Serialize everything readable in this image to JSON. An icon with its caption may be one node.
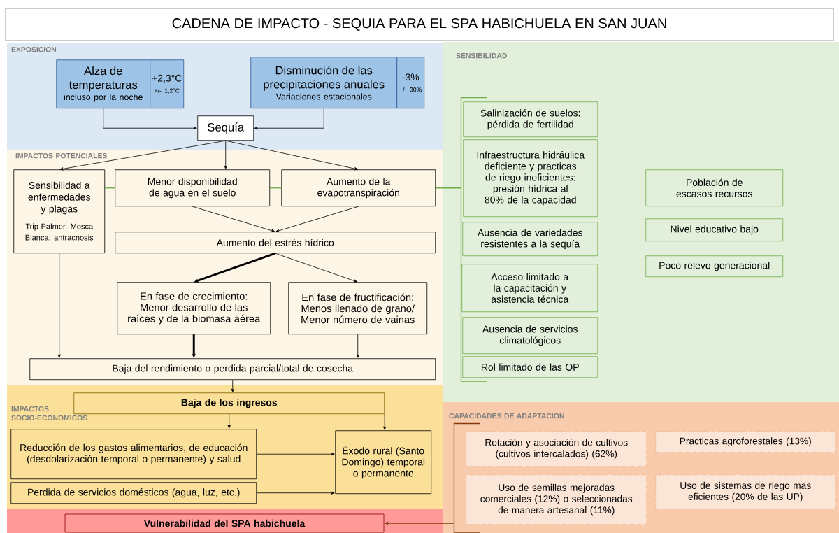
{
  "diagram": {
    "title": "CADENA DE IMPACTO - SEQUIA PARA EL SPA HABICHUELA EN SAN JUAN",
    "nodes": [
      {
        "text": [
          "EXPOSICION"
        ]
      },
      {
        "text": [
          "Alza de temperaturas",
          "incluso por la noche"
        ],
        "in": 0
      },
      {
        "text": [
          "+2,3°C",
          "+/- 1,2°C"
        ],
        "in": 0
      },
      {
        "text": [
          "Disminución de las precipitaciones anuales",
          "Variaciones estacionales"
        ],
        "in": 0
      },
      {
        "text": [
          "-3%",
          "+/- 30%"
        ],
        "in": 0
      },
      {
        "text": [
          "Sequía"
        ],
        "in": 0
      },
      {
        "text": [
          "IMPACTOS POTENCIALES"
        ]
      },
      {
        "text": [
          "Sensibilidad a enfermedades y plagas",
          "Trip-Palmer, Mosca Blanca, antracnosis"
        ],
        "in": 6
      },
      {
        "text": [
          "Menor disponibilidad de agua en el suelo"
        ],
        "in": 6
      },
      {
        "text": [
          "Aumento de la evapotranspiración"
        ],
        "in": 6
      },
      {
        "text": [
          "Aumento del estrés hídrico"
        ],
        "in": 6
      },
      {
        "text": [
          "En fase de crecimiento: Menor desarrollo de las raíces y de la biomasa aérea"
        ],
        "in": 6
      },
      {
        "text": [
          "En fase de fructificación: Menos llenado de grano/ Menor número de vainas"
        ],
        "in": 6
      },
      {
        "text": [
          "Baja del rendimiento o perdida parcial/total de cosecha"
        ],
        "in": 6
      },
      {
        "text": [
          "IMPACTOS SOCIO-ECONOMICOS"
        ]
      },
      {
        "text": [
          "Baja de los ingresos"
        ],
        "in": 14
      },
      {
        "text": [
          "Reducción de los gastos alimentarios, de educación (desdolarización temporal o permanente) y salud"
        ],
        "in": 14
      },
      {
        "text": [
          "Perdida de servicios domésticos (agua, luz, etc.)"
        ],
        "in": 14
      },
      {
        "text": [
          "Éxodo rural (Santo Domingo) temporal o permanente"
        ],
        "in": 14
      },
      {
        "text": [
          "Vulnerabilidad del SPA habichuela"
        ]
      },
      {
        "text": [
          "SENSIBILIDAD"
        ]
      },
      {
        "text": [
          "Salinización de suelos: pérdida de fertilidad"
        ],
        "in": 20
      },
      {
        "text": [
          "Infraestructura hidráulica deficiente y practicas de riego ineficientes: presión hídrica al 80% de la capacidad"
        ],
        "in": 20
      },
      {
        "text": [
          "Ausencia de variedades resistentes a la sequía"
        ],
        "in": 20
      },
      {
        "text": [
          "Acceso limitado a la capacitación y asistencia técnica"
        ],
        "in": 20
      },
      {
        "text": [
          "Ausencia de servicios climatológicos"
        ],
        "in": 20
      },
      {
        "text": [
          "Rol limitado de las OP"
        ],
        "in": 20
      },
      {
        "text": [
          "Población de escasos recursos"
        ],
        "in": 20
      },
      {
        "text": [
          "Nivel educativo bajo"
        ],
        "in": 20
      },
      {
        "text": [
          "Poco relevo generacional"
        ],
        "in": 20
      },
      {
        "text": [
          "CAPACIDADES DE ADAPTACION"
        ]
      },
      {
        "text": [
          "Rotación y asociación de cultivos (cultivos intercalados) (62%)"
        ],
        "in": 30
      },
      {
        "text": [
          "Practicas agroforestales (13%)"
        ],
        "in": 30
      },
      {
        "text": [
          "Uso de semillas mejoradas comerciales (12%) o seleccionadas de manera artesanal (11%)"
        ],
        "in": 30
      },
      {
        "text": [
          "Uso de sistemas de riego mas eficientes (20% de las UP)"
        ],
        "in": 30
      },
      {
        "text": [],
        "shape": "bracket",
        "in": 20
      },
      {
        "text": [],
        "shape": "bracket",
        "in": 30
      }
    ],
    "edges": [
      {
        "from": 1,
        "to": 5,
        "arrow": "to"
      },
      {
        "from": 3,
        "to": 5,
        "arrow": "to"
      },
      {
        "from": 5,
        "to": 7,
        "arrow": "to"
      },
      {
        "from": 5,
        "to": 8,
        "arrow": "to"
      },
      {
        "from": 5,
        "to": 9,
        "arrow": "to"
      },
      {
        "from": 8,
        "to": 10,
        "arrow": "to"
      },
      {
        "from": 9,
        "to": 10,
        "arrow": "to"
      },
      {
        "from": 10,
        "to": 11,
        "arrow": "to",
        "style": "thick"
      },
      {
        "from": 10,
        "to": 12,
        "arrow": "to"
      },
      {
        "from": 7,
        "to": 13,
        "arrow": "to"
      },
      {
        "from": 11,
        "to": 13,
        "arrow": "to",
        "style": "thick"
      },
      {
        "from": 12,
        "to": 13,
        "arrow": "to"
      },
      {
        "from": 13,
        "to": 15,
        "arrow": "to"
      },
      {
        "from": 15,
        "to": 16,
        "arrow": "to"
      },
      {
        "from": 15,
        "to": 18,
        "arrow": "to"
      },
      {
        "from": 16,
        "to": 18,
        "arrow": "to"
      },
      {
        "from": 17,
        "to": 18,
        "arrow": "to"
      },
      {
        "from": 7,
        "to": 8,
        "arrow": "none",
        "color": "#70ad47"
      },
      {
        "from": 8,
        "to": 9,
        "arrow": "none",
        "color": "#70ad47"
      },
      {
        "from": 9,
        "to": 35,
        "arrow": "none",
        "color": "#70ad47"
      },
      {
        "from": 36,
        "to": 19,
        "arrow": "to",
        "color": "#843c0c"
      }
    ]
  }
}
